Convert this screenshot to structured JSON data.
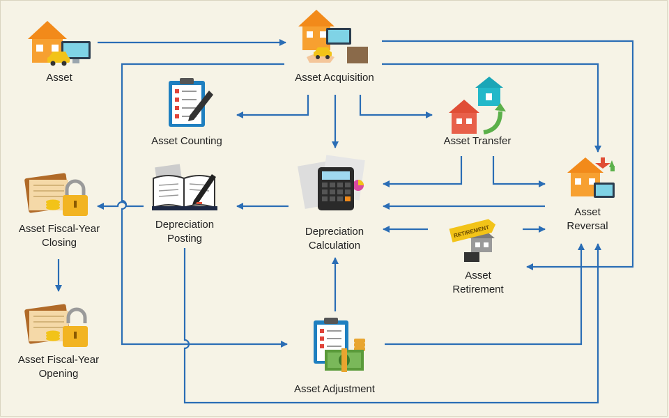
{
  "diagram": {
    "nodes": {
      "asset": {
        "label": "Asset",
        "icon": "house-computer-car-icon"
      },
      "acquisition": {
        "label": "Asset  Acquisition",
        "icon": "house-purchase-icon"
      },
      "counting": {
        "label": "Asset  Counting",
        "icon": "clipboard-checklist-icon"
      },
      "transfer": {
        "label": "Asset  Transfer",
        "icon": "houses-transfer-icon"
      },
      "reversal": {
        "line1": "Asset",
        "line2": "Reversal",
        "icon": "house-reversal-icon"
      },
      "depreciation_posting": {
        "line1": "Depreciation",
        "line2": "Posting",
        "icon": "ledger-book-icon"
      },
      "depreciation_calculation": {
        "line1": "Depreciation",
        "line2": "Calculation",
        "icon": "calculator-icon"
      },
      "retirement": {
        "line1": "Asset",
        "line2": "Retirement",
        "icon": "retirement-sign-icon",
        "sign_text": "RETIREMENT"
      },
      "fy_closing": {
        "line1": "Asset  Fiscal-Year",
        "line2": "Closing",
        "icon": "locked-ledger-icon"
      },
      "fy_opening": {
        "line1": "Asset  Fiscal-Year",
        "line2": "Opening",
        "icon": "unlocked-ledger-icon"
      },
      "adjustment": {
        "label": "Asset  Adjustment",
        "icon": "checklist-money-icon"
      }
    },
    "colors": {
      "arrow": "#2a6db5",
      "house_orange": "#f28a1a",
      "house_red": "#e04e36",
      "house_teal": "#1aa6b7",
      "background": "#f6f3e6"
    }
  }
}
